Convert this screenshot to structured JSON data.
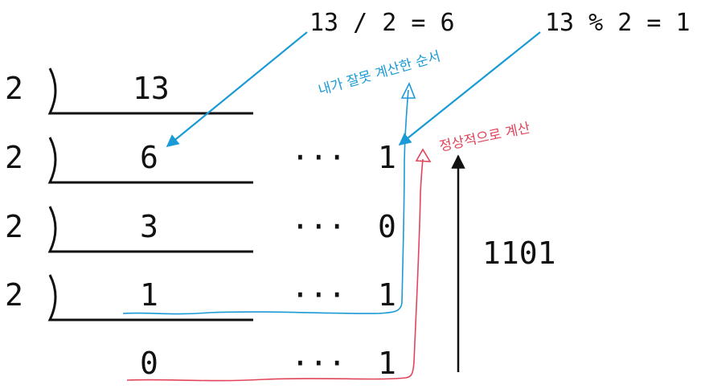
{
  "colors": {
    "ink": "#111111",
    "blue": "#1a9ad6",
    "red": "#e2455a"
  },
  "annotations": {
    "division_note": "13 / 2 = 6",
    "modulo_note": "13 % 2 = 1",
    "wrong_calc_note": "내가 잘못 계산한 순서",
    "correct_calc_note": "정상적으로 계산",
    "result": "1101"
  },
  "division": {
    "divisor": "2",
    "dividends": [
      "13",
      "6",
      "3",
      "1",
      "0"
    ],
    "ellipsis": "···",
    "remainders": [
      "1",
      "0",
      "1",
      "1"
    ]
  }
}
